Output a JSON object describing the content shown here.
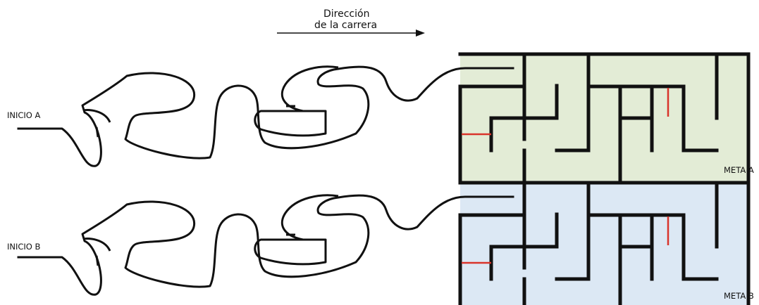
{
  "direction_label": {
    "line1": "Dirección",
    "line2": "de la carrera"
  },
  "lanes": [
    {
      "start_label": "INICIO A",
      "goal_label": "META A",
      "maze_fill": "#e3ecd6"
    },
    {
      "start_label": "INICIO B",
      "goal_label": "META B",
      "maze_fill": "#dce8f4"
    }
  ],
  "colors": {
    "track": "#111111",
    "barrier": "#d9342b"
  }
}
